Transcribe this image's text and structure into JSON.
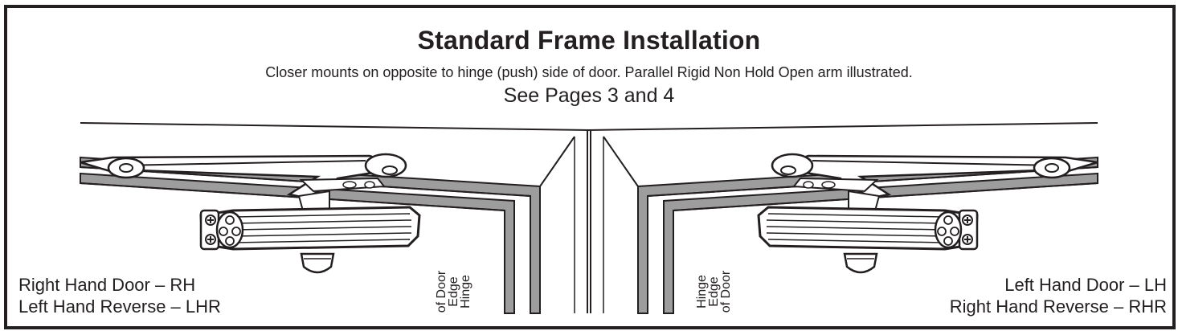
{
  "header": {
    "title": "Standard Frame Installation",
    "subtitle": "Closer mounts on opposite to hinge (push) side of door.  Parallel Rigid Non Hold Open arm illustrated.",
    "pages_note": "See Pages 3 and 4"
  },
  "left_view": {
    "door_line1": "Right Hand Door – RH",
    "door_line2": "Left Hand Reverse – LHR",
    "hinge_line1": "Hinge",
    "hinge_line2": "Edge",
    "hinge_line3": "of Door"
  },
  "right_view": {
    "door_line1": "Left Hand Door – LH",
    "door_line2": "Right Hand Reverse – RHR",
    "hinge_line1": "Hinge",
    "hinge_line2": "Edge",
    "hinge_line3": "of Door"
  },
  "colors": {
    "ink": "#231f20",
    "frame_gray": "#9d9d9d",
    "closer_fill": "#ffffff"
  }
}
